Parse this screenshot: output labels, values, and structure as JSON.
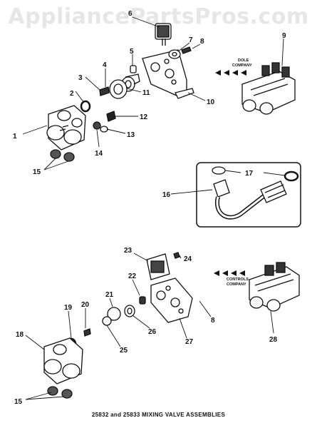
{
  "watermark": "AppliancePartsPros.com",
  "caption": "25832 and 25833 MIXING VALVE ASSEMBLIES",
  "company_labels": {
    "dole_line1": "DOLE",
    "dole_line2": "COMPANY",
    "controls_line1": "CONTROLS",
    "controls_line2": "COMPANY"
  },
  "callouts": {
    "c1": "1",
    "c2": "2",
    "c3": "3",
    "c4": "4",
    "c5": "5",
    "c6": "6",
    "c7": "7",
    "c8a": "8",
    "c8b": "8",
    "c9": "9",
    "c10": "10",
    "c11": "11",
    "c12": "12",
    "c13": "13",
    "c14": "14",
    "c15a": "15",
    "c15b": "15",
    "c16": "16",
    "c17": "17",
    "c18": "18",
    "c19": "19",
    "c20": "20",
    "c21": "21",
    "c22": "22",
    "c23": "23",
    "c24": "24",
    "c25": "25",
    "c26": "26",
    "c27": "27",
    "c28": "28"
  }
}
